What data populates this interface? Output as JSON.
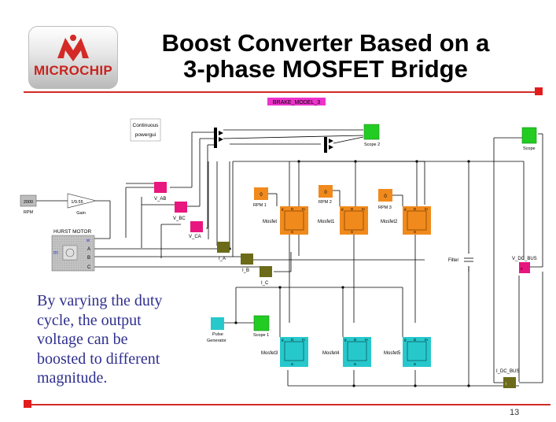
{
  "logo": {
    "text": "MICROCHIP"
  },
  "title": {
    "line1": "Boost Converter Based on a",
    "line2": "3-phase MOSFET Bridge"
  },
  "page_number": "13",
  "caption": [
    "By varying the duty",
    "cycle, the output",
    "voltage can be",
    "boosted to different",
    "magnitude."
  ],
  "model_tag": "BRAKE_MODEL_3",
  "labels": {
    "continuous": "Continuous",
    "powergui": "powergui",
    "rpm_const": "2000",
    "rpm": "RPM",
    "gain_value": "1/9.55",
    "gain": "Gain",
    "motor": "HURST MOTOR",
    "motor_m": "m",
    "motor_port_w": "w",
    "motor_port_a": "A",
    "motor_port_b": "B",
    "motor_port_c": "C",
    "v_ab": "V_AB",
    "v_bc": "V_BC",
    "v_ca": "V_CA",
    "i_a": "I_A",
    "i_b": "I_B",
    "i_c": "I_C",
    "scope2": "Scope 2",
    "scope": "Scope",
    "scope1": "Scope 1",
    "rpm1": "RPM 1",
    "rpm2": "RPM 2",
    "rpm3": "RPM 3",
    "const0": "0",
    "mosfet": "Mosfet",
    "mosfet1": "Mosfet1",
    "mosfet2": "Mosfet2",
    "mosfet3": "Mosfet3",
    "mosfet4": "Mosfet4",
    "mosfet5": "Mosfet5",
    "filter": "Filter",
    "v_dc_bus": "V_DC_BUS",
    "i_dc_bus": "I_DC_BUS",
    "pulse": "Pulse",
    "generator": "Generator",
    "port_g": "g",
    "port_d": "D",
    "port_s": "S",
    "port_m": "m",
    "port_v": "v",
    "port_i": "i"
  },
  "colors": {
    "accent_red": "#d42a26",
    "orange": "#f08a1c",
    "cyan": "#27c8cc",
    "green": "#22cc22",
    "magenta": "#e8167f",
    "olive": "#6b6b1a",
    "caption_blue": "#2f2f8f",
    "model_tag": "#ee33cc"
  }
}
